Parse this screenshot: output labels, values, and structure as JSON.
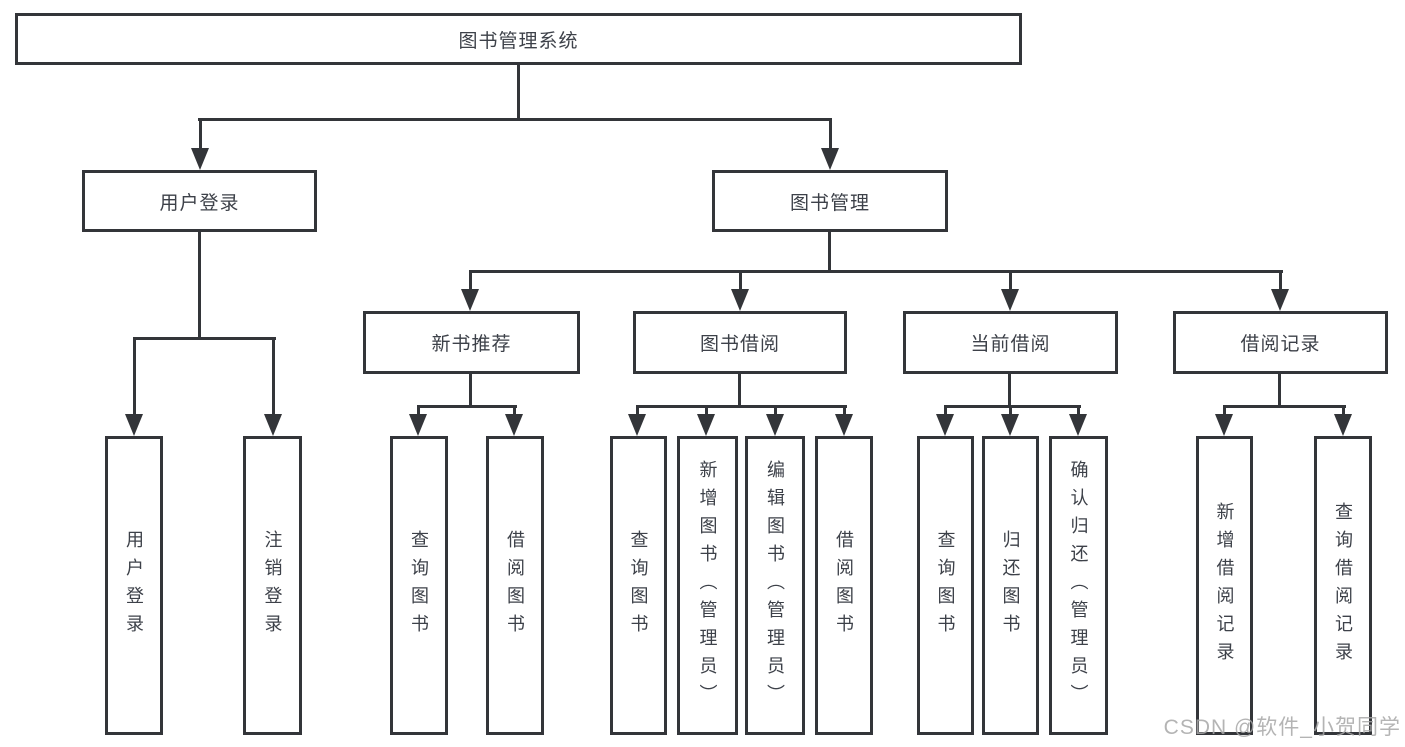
{
  "tree": {
    "root": {
      "label": "图书管理系统"
    },
    "branches": [
      {
        "label": "用户登录",
        "children": [
          {
            "label": "用户登录"
          },
          {
            "label": "注销登录"
          }
        ]
      },
      {
        "label": "图书管理",
        "children": [
          {
            "label": "新书推荐",
            "children": [
              {
                "label": "查询图书"
              },
              {
                "label": "借阅图书"
              }
            ]
          },
          {
            "label": "图书借阅",
            "children": [
              {
                "label": "查询图书"
              },
              {
                "label": "新增图书（管理员）"
              },
              {
                "label": "编辑图书（管理员）"
              },
              {
                "label": "借阅图书"
              }
            ]
          },
          {
            "label": "当前借阅",
            "children": [
              {
                "label": "查询图书"
              },
              {
                "label": "归还图书"
              },
              {
                "label": "确认归还（管理员）"
              }
            ]
          },
          {
            "label": "借阅记录",
            "children": [
              {
                "label": "新增借阅记录"
              },
              {
                "label": "查询借阅记录"
              }
            ]
          }
        ]
      }
    ]
  },
  "watermark": "CSDN @软件_小贺同学",
  "colors": {
    "line": "#333539",
    "text": "#3d4149",
    "watermark": "#a8a8a8"
  }
}
